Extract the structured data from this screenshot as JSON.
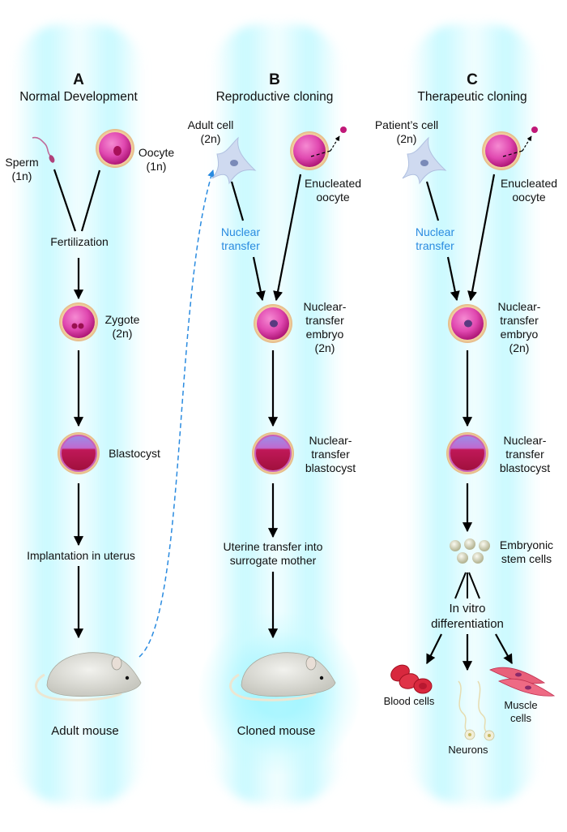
{
  "colors": {
    "accent_blue": "#2a8be0",
    "glow_cyan": "#bff8ff",
    "cell_pink": "#d23aa0",
    "arrow": "#000000"
  },
  "columns": [
    {
      "letter": "A",
      "title": "Normal Development",
      "labels": {
        "sperm": "Sperm",
        "sperm_ploidy": "(1n)",
        "oocyte": "Oocyte",
        "oocyte_ploidy": "(1n)",
        "fertilization": "Fertilization",
        "zygote": "Zygote",
        "zygote_ploidy": "(2n)",
        "blastocyst": "Blastocyst",
        "implantation": "Implantation in uterus",
        "outcome": "Adult mouse"
      }
    },
    {
      "letter": "B",
      "title": "Reproductive cloning",
      "labels": {
        "donor_cell": "Adult cell",
        "donor_ploidy": "(2n)",
        "enucleated_1": "Enucleated",
        "enucleated_2": "oocyte",
        "nuclear_1": "Nuclear",
        "nuclear_2": "transfer",
        "embryo_1": "Nuclear-",
        "embryo_2": "transfer",
        "embryo_3": "embryo",
        "embryo_4": "(2n)",
        "blast_1": "Nuclear-",
        "blast_2": "transfer",
        "blast_3": "blastocyst",
        "uterine_1": "Uterine transfer into",
        "uterine_2": "surrogate mother",
        "outcome": "Cloned mouse"
      }
    },
    {
      "letter": "C",
      "title": "Therapeutic cloning",
      "labels": {
        "donor_cell": "Patient’s cell",
        "donor_ploidy": "(2n)",
        "enucleated_1": "Enucleated",
        "enucleated_2": "oocyte",
        "nuclear_1": "Nuclear",
        "nuclear_2": "transfer",
        "embryo_1": "Nuclear-",
        "embryo_2": "transfer",
        "embryo_3": "embryo",
        "embryo_4": "(2n)",
        "blast_1": "Nuclear-",
        "blast_2": "transfer",
        "blast_3": "blastocyst",
        "esc_1": "Embryonic",
        "esc_2": "stem cells",
        "invitro_1": "In vitro",
        "invitro_2": "differentiation",
        "blood": "Blood cells",
        "neurons": "Neurons",
        "muscle_1": "Muscle",
        "muscle_2": "cells"
      }
    }
  ]
}
